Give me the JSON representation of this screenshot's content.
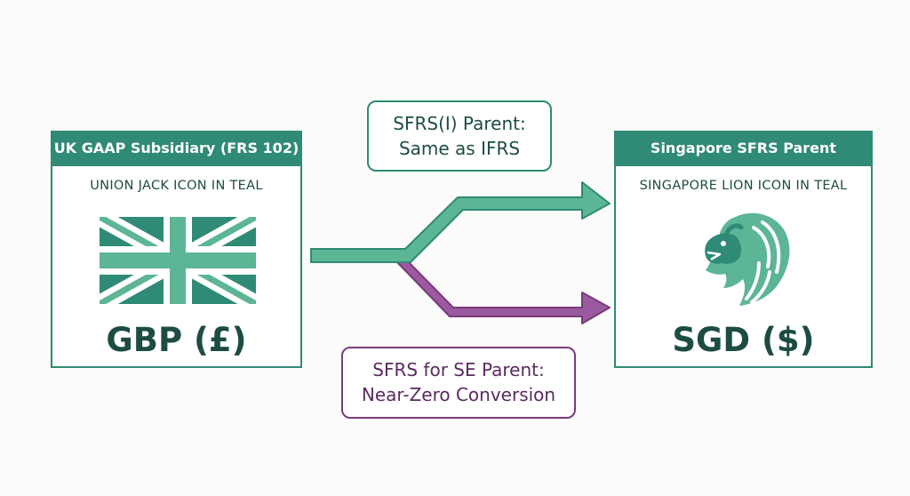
{
  "left_card": {
    "header": "UK GAAP Subsidiary (FRS 102)",
    "icon_caption": "UNION JACK ICON IN TEAL",
    "icon": "union-jack-flag",
    "currency": "GBP (£)"
  },
  "right_card": {
    "header": "Singapore SFRS Parent",
    "icon_caption": "SINGAPORE LION ICON IN TEAL",
    "icon": "singapore-lion-head",
    "currency": "SGD ($)"
  },
  "notes": {
    "top_line1": "SFRS(I) Parent:",
    "top_line2": "Same as IFRS",
    "bottom_line1": "SFRS for SE Parent:",
    "bottom_line2": "Near-Zero Conversion"
  },
  "colors": {
    "teal_dark": "#2f8a76",
    "teal_light": "#5cb594",
    "purple": "#7a3b7e",
    "purple_light": "#9b5aa0",
    "text_dark": "#1c4c44"
  }
}
